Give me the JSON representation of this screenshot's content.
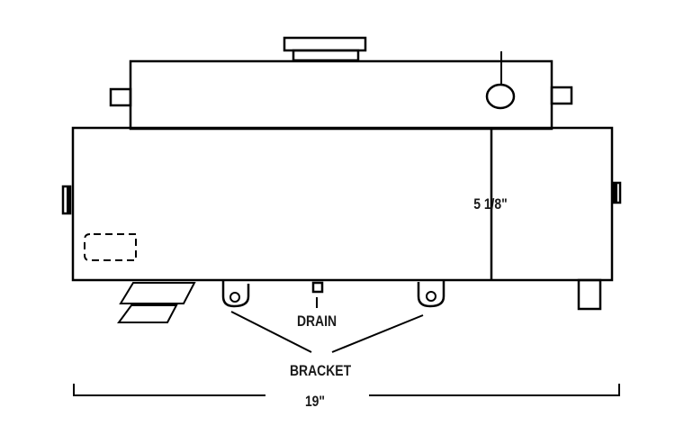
{
  "labels": {
    "height_dimension": "5 1/8\"",
    "drain": "DRAIN",
    "bracket": "BRACKET",
    "width_dimension": "19\""
  }
}
